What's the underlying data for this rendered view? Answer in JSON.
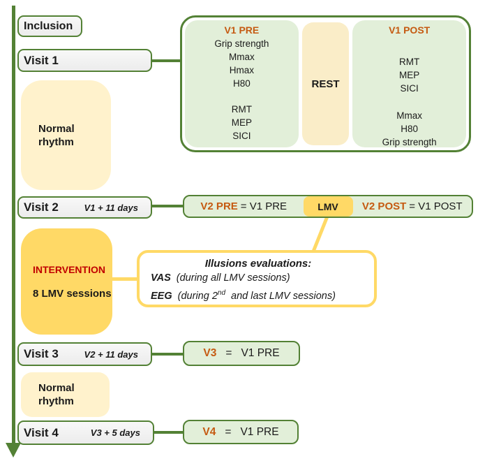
{
  "palette": {
    "green_border": "#538135",
    "green_light": "#E2EFD9",
    "cream": "#FFF2CC",
    "cream_rest": "#FAEDC8",
    "gold": "#FFD966",
    "grey_fill": "#F2F2F2",
    "orange_accent": "#C55A11",
    "red_accent": "#C00000"
  },
  "timeline_column": {
    "inclusion_label": "Inclusion",
    "visit1": {
      "label": "Visit 1"
    },
    "normal_rhythm_1": {
      "line1": "Normal",
      "line2": "rhythm"
    },
    "visit2": {
      "label": "Visit 2",
      "timing": "V1 + 11 days"
    },
    "intervention": {
      "title": "INTERVENTION",
      "subtitle": "8 LMV sessions"
    },
    "visit3": {
      "label": "Visit 3",
      "timing": "V2 + 11 days"
    },
    "normal_rhythm_2": {
      "line1": "Normal",
      "line2": "rhythm"
    },
    "visit4": {
      "label": "Visit 4",
      "timing": "V3 + 5 days"
    }
  },
  "visit1_panel": {
    "pre": {
      "title": "V1 PRE",
      "group1": [
        "Grip strength",
        "Mmax",
        "Hmax",
        "H80"
      ],
      "group2": [
        "RMT",
        "MEP",
        "SICI"
      ]
    },
    "rest_label": "REST",
    "post": {
      "title": "V1 POST",
      "group1": [
        "RMT",
        "MEP",
        "SICI"
      ],
      "group2": [
        "Mmax",
        "H80",
        "Grip strength"
      ]
    }
  },
  "visit2_row": {
    "pre_label": "V2 PRE",
    "pre_value": "= V1 PRE",
    "lmv_label": "LMV",
    "post_label": "V2 POST",
    "post_value": "= V1 POST"
  },
  "illusions": {
    "title": "Illusions evaluations:",
    "vas_label": "VAS",
    "vas_text": "(during all LMV sessions)",
    "eeg_label": "EEG",
    "eeg_text_start": "(during 2",
    "eeg_sup": "nd",
    "eeg_text_end": "and last LMV sessions)"
  },
  "visit3_row": {
    "label": "V3",
    "equals": "=",
    "value": "V1 PRE"
  },
  "visit4_row": {
    "label": "V4",
    "equals": "=",
    "value": "V1 PRE"
  }
}
